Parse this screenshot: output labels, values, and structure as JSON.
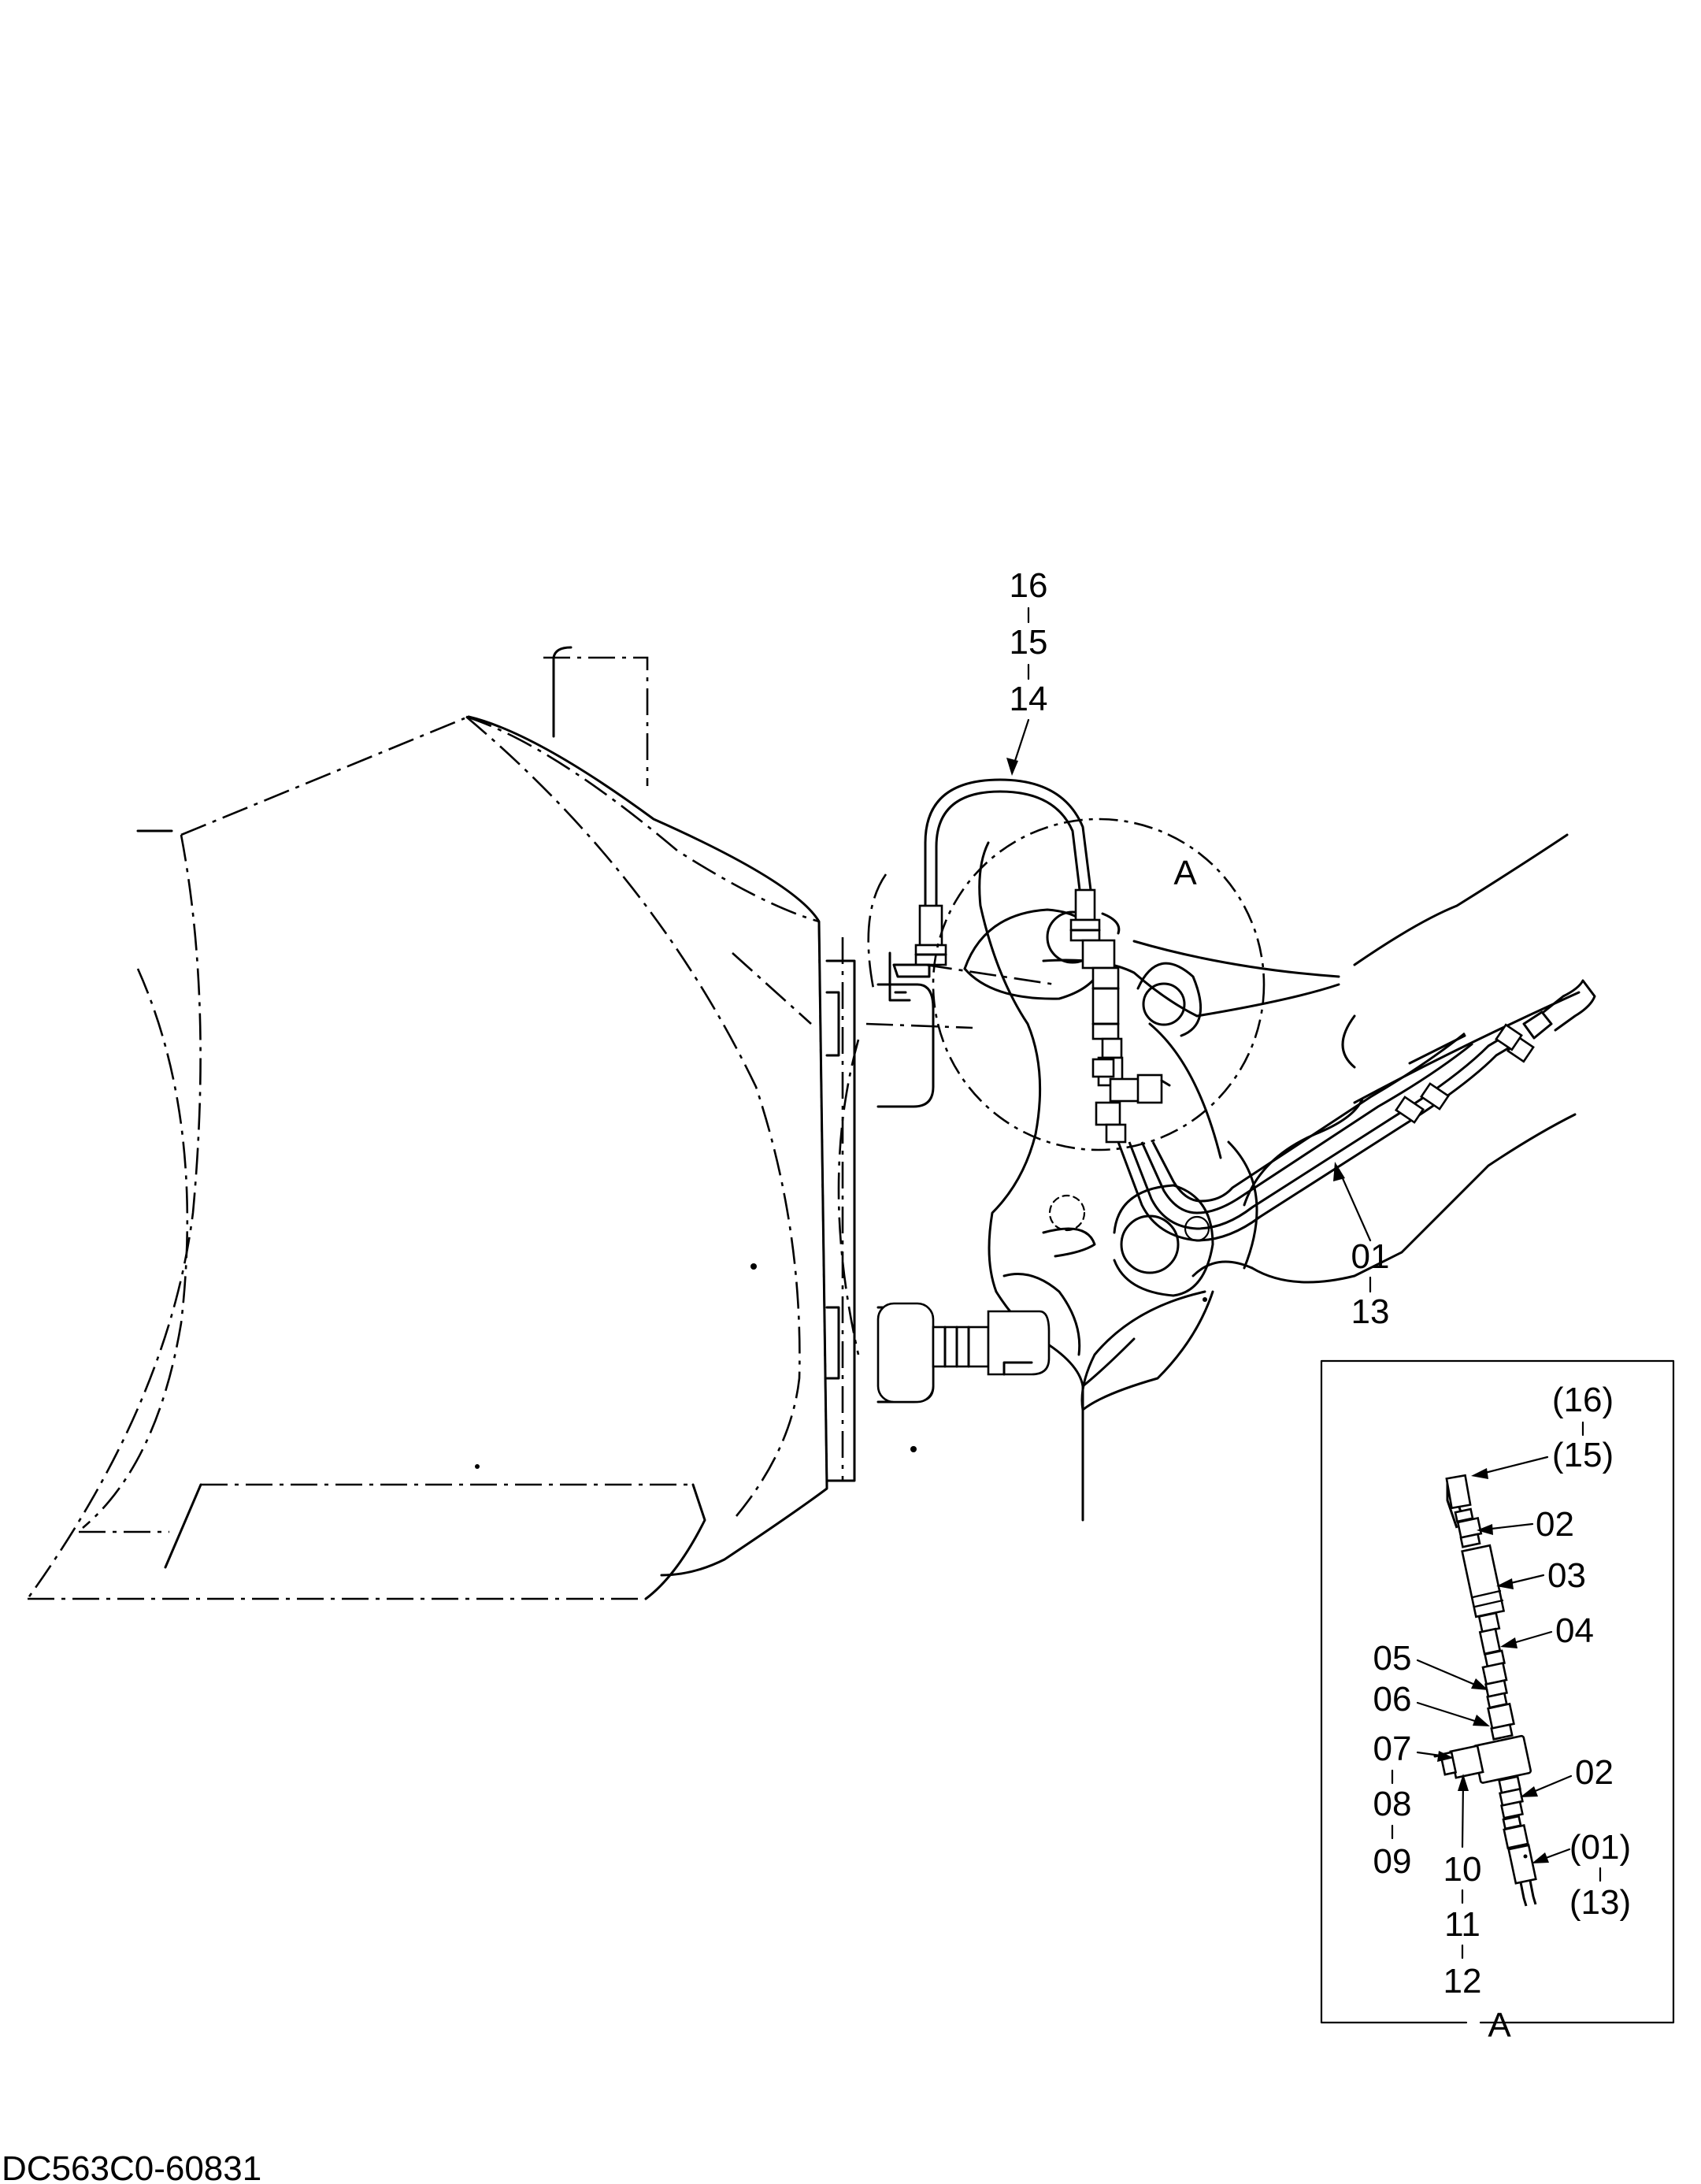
{
  "drawing_id": "DC563C0-60831",
  "detail_letter": "A",
  "callouts_main": [
    {
      "id": "c-16-15-14",
      "lines": [
        "16",
        "15",
        "14"
      ]
    },
    {
      "id": "c-01-13",
      "lines": [
        "01",
        "13"
      ]
    }
  ],
  "callouts_detail": [
    {
      "id": "d-16-15",
      "lines": [
        "(16)",
        "(15)"
      ]
    },
    {
      "id": "d-02a",
      "lines": [
        "02"
      ]
    },
    {
      "id": "d-03",
      "lines": [
        "03"
      ]
    },
    {
      "id": "d-04",
      "lines": [
        "04"
      ]
    },
    {
      "id": "d-05",
      "lines": [
        "05"
      ]
    },
    {
      "id": "d-06",
      "lines": [
        "06"
      ]
    },
    {
      "id": "d-07-08-09",
      "lines": [
        "07",
        "08",
        "09"
      ]
    },
    {
      "id": "d-02b",
      "lines": [
        "02"
      ]
    },
    {
      "id": "d-10-11-12",
      "lines": [
        "10",
        "11",
        "12"
      ]
    },
    {
      "id": "d-01-13",
      "lines": [
        "(01)",
        "(13)"
      ]
    }
  ]
}
